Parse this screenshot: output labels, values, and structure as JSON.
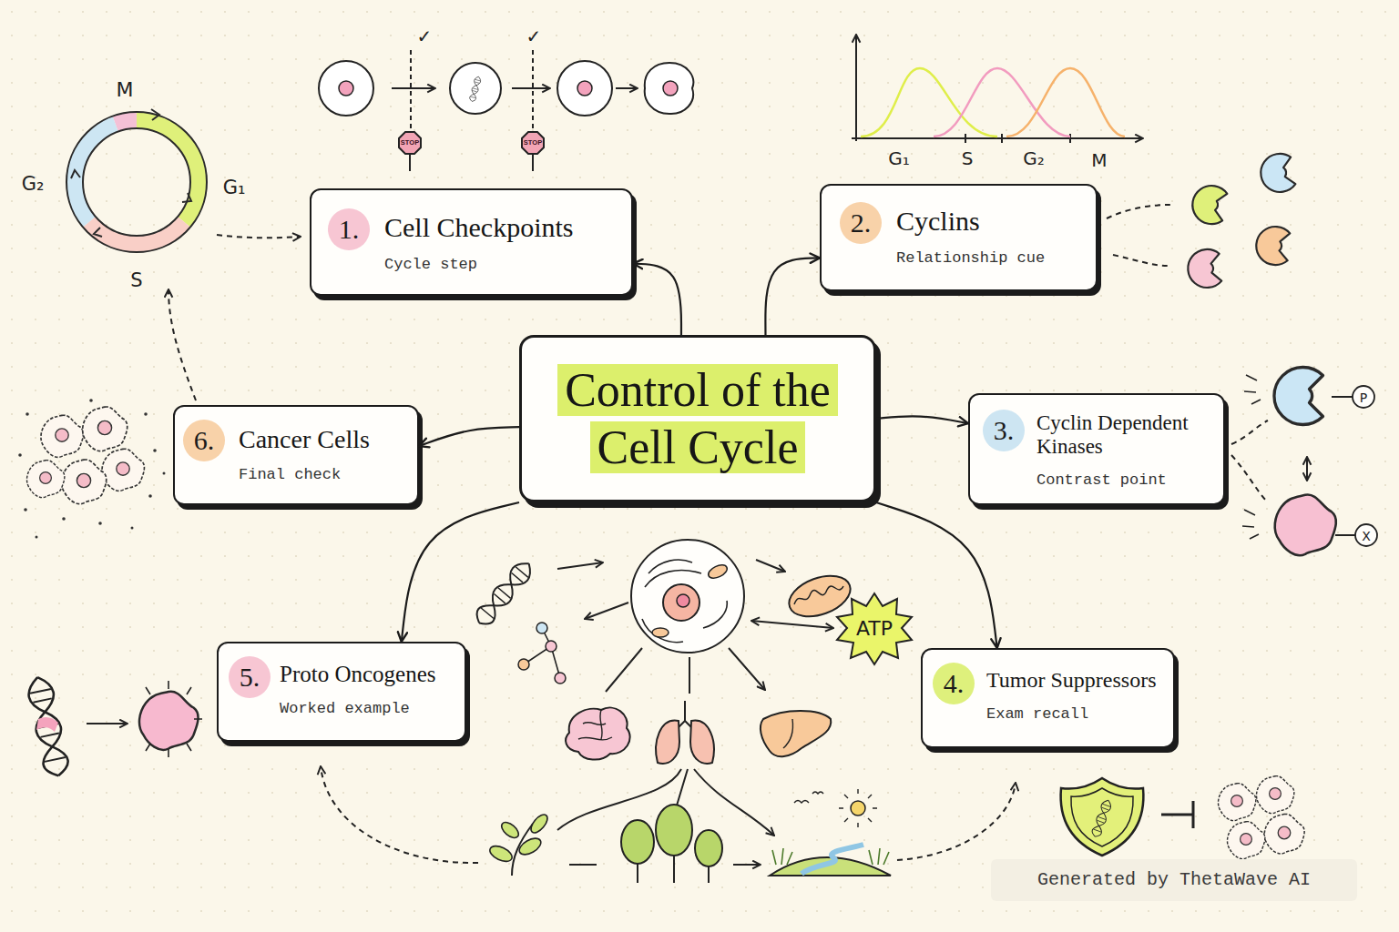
{
  "diagram": {
    "nodes": [
      {
        "text": [
          "Control of the Cell Cycle"
        ]
      },
      {
        "text": [
          "1.",
          "Cell Checkpoints",
          "Cycle step"
        ]
      },
      {
        "text": [
          "2.",
          "Cyclins",
          "Relationship cue"
        ]
      },
      {
        "text": [
          "3.",
          "Cyclin Dependent Kinases",
          "Contrast point"
        ]
      },
      {
        "text": [
          "4.",
          "Tumor Suppressors",
          "Exam recall"
        ]
      },
      {
        "text": [
          "5.",
          "Proto Oncogenes",
          "Worked example"
        ]
      },
      {
        "text": [
          "6.",
          "Cancer Cells",
          "Final check"
        ]
      }
    ],
    "edges": [
      {
        "from": 0,
        "to": 1,
        "arrow": "to"
      },
      {
        "from": 0,
        "to": 2,
        "arrow": "to"
      },
      {
        "from": 0,
        "to": 3,
        "arrow": "to"
      },
      {
        "from": 0,
        "to": 4,
        "arrow": "to"
      },
      {
        "from": 0,
        "to": 5,
        "arrow": "to"
      },
      {
        "from": 0,
        "to": 6,
        "arrow": "to"
      }
    ],
    "labels": [
      "M",
      "G₂",
      "G₁",
      "S",
      "✓",
      "✓",
      "STOP",
      "STOP",
      "G₁",
      "S",
      "G₂",
      "M",
      "P",
      "X",
      "ATP",
      "Generated by ThetaWave AI"
    ]
  }
}
